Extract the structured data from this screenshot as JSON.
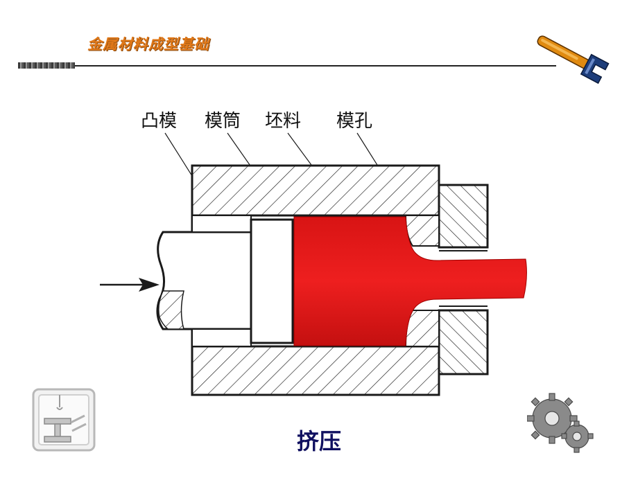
{
  "header": {
    "title": "金属材料成型基础",
    "icon": "wrench-icon"
  },
  "diagram": {
    "labels": {
      "punch": "凸模",
      "container": "模筒",
      "billet": "坯料",
      "die_hole": "模孔"
    },
    "colors": {
      "billet": "#e41b1b",
      "line": "#1a1a1a"
    }
  },
  "caption": "挤压",
  "decor": {
    "corner_logo": "steel-beam-logo",
    "gears": "gears-icon"
  }
}
